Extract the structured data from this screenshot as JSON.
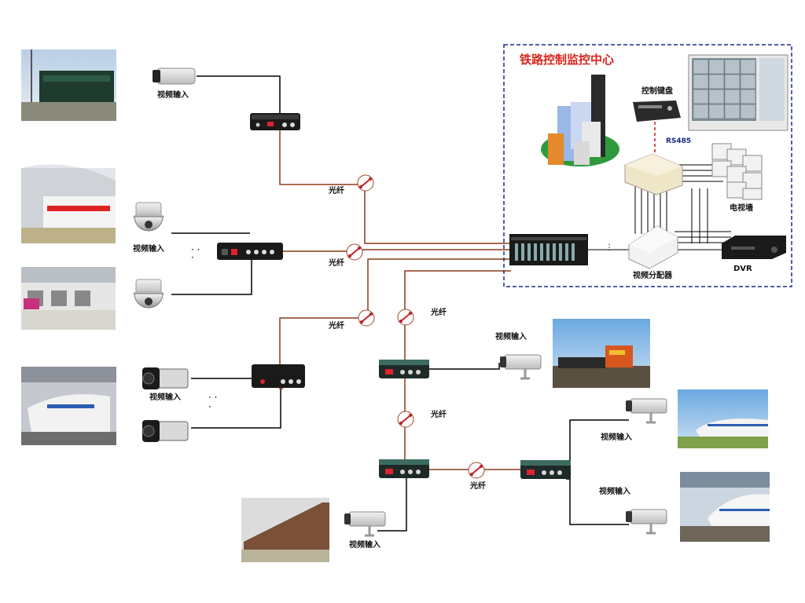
{
  "diagram": {
    "title": "铁路控制监控中心",
    "labels": {
      "video_input": "视频输入",
      "fiber": "光纤",
      "control_keyboard": "控制键盘",
      "rs485": "RS485",
      "tv_wall": "电视墙",
      "video_distributor": "视频分配器",
      "dvr": "DVR"
    },
    "colors": {
      "fiber_line": "#8b3a1a",
      "video_line": "#000000",
      "center_border": "#1a2a8a",
      "title_text": "#d9261c",
      "rs485_text": "#1a2a8a"
    },
    "icons": {
      "fiber_joint": "fiber-connector-icon",
      "camera_box": "box-camera-icon",
      "camera_dome": "dome-camera-icon",
      "transceiver": "optical-transceiver-icon"
    }
  }
}
